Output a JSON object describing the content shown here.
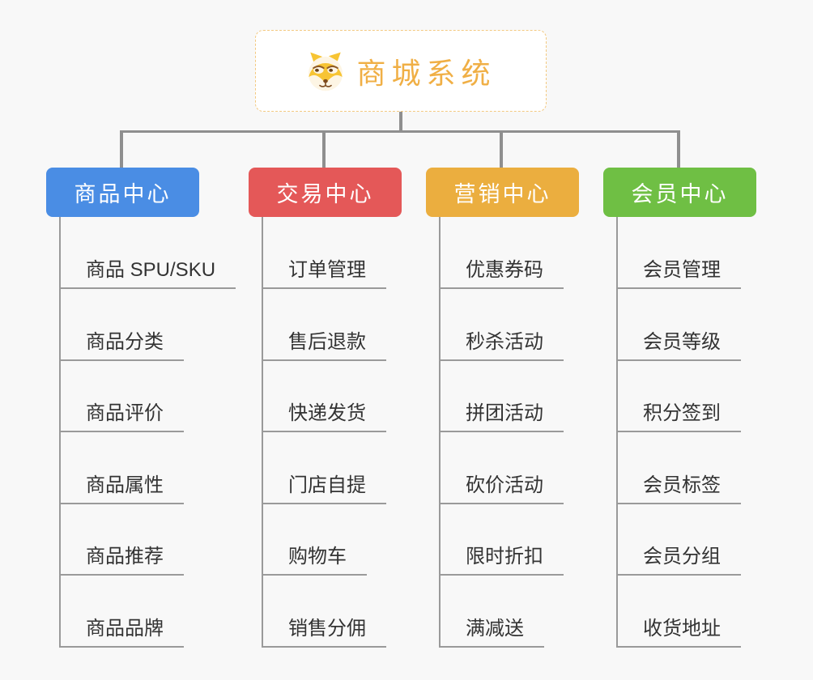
{
  "root": {
    "label": "商城系统",
    "icon": "doge-icon"
  },
  "branches": [
    {
      "label": "商品中心",
      "color": "#4a8de4",
      "items": [
        "商品 SPU/SKU",
        "商品分类",
        "商品评价",
        "商品属性",
        "商品推荐",
        "商品品牌"
      ]
    },
    {
      "label": "交易中心",
      "color": "#e45858",
      "items": [
        "订单管理",
        "售后退款",
        "快递发货",
        "门店自提",
        "购物车",
        "销售分佣"
      ]
    },
    {
      "label": "营销中心",
      "color": "#ebae3f",
      "items": [
        "优惠券码",
        "秒杀活动",
        "拼团活动",
        "砍价活动",
        "限时折扣",
        "满减送"
      ]
    },
    {
      "label": "会员中心",
      "color": "#6fbf44",
      "items": [
        "会员管理",
        "会员等级",
        "积分签到",
        "会员标签",
        "会员分组",
        "收货地址"
      ]
    }
  ],
  "colors": {
    "background": "#f8f8f8",
    "connector": "#8f8f8f",
    "underline": "#9a9a9a",
    "item_text": "#333333",
    "root_text": "#f0af45",
    "root_border": "#f3c981"
  }
}
